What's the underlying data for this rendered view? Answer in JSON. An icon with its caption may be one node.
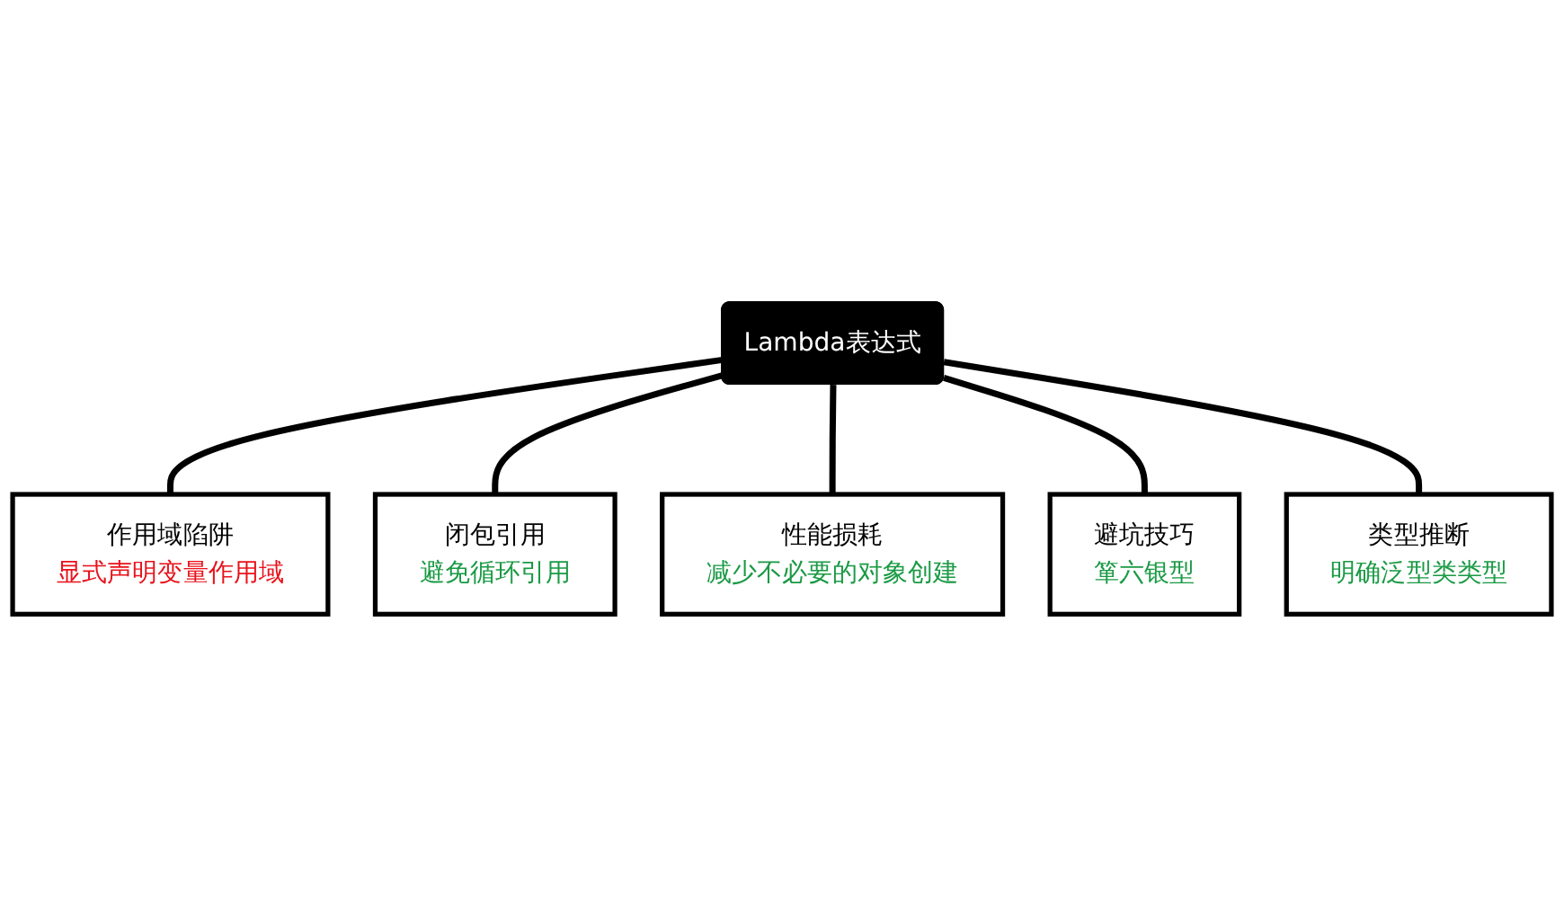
{
  "diagram": {
    "nodes": [
      {
        "text": [
          "作用域陷阱",
          "显式声明变量作用域"
        ]
      },
      {
        "text": [
          "闭包引用",
          "避免循环引用"
        ]
      },
      {
        "text": [
          "Lambda表达式"
        ]
      },
      {
        "text": [
          "性能损耗",
          "减少不必要的对象创建"
        ]
      },
      {
        "text": [
          "避坑技巧",
          "箪六银型"
        ]
      },
      {
        "text": [
          "类型推断",
          "明确泛型类类型"
        ]
      }
    ],
    "edges": [
      {
        "from": 2,
        "to": 0,
        "arrow": "none"
      },
      {
        "from": 2,
        "to": 1,
        "arrow": "none"
      },
      {
        "from": 2,
        "to": 3,
        "arrow": "none"
      },
      {
        "from": 2,
        "to": 4,
        "arrow": "none"
      },
      {
        "from": 2,
        "to": 5,
        "arrow": "none"
      }
    ]
  }
}
